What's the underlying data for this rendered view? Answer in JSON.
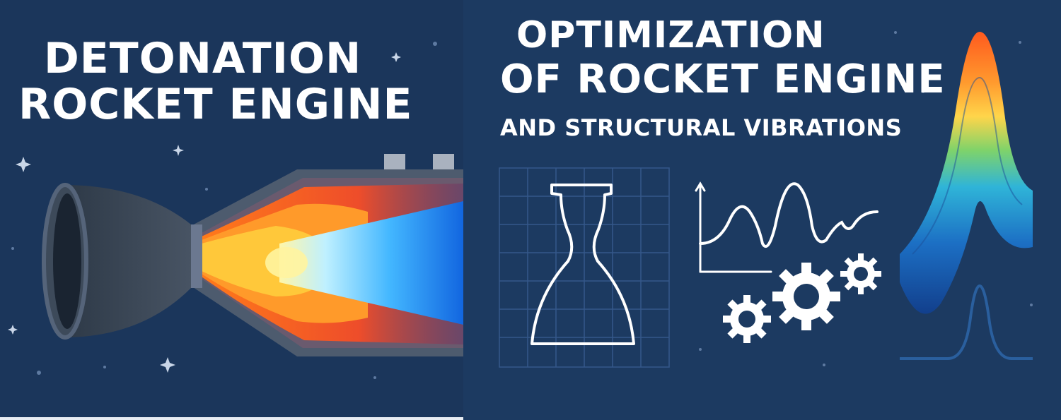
{
  "left_panel": {
    "title_line_1": "DETONATION",
    "title_line_2": "ROCKET ENGINE"
  },
  "right_panel": {
    "title_line_1": "OPTIMIZATION",
    "title_line_2": "OF ROCKET ENGINE",
    "subtitle": "AND STRUCTURAL VIBRATIONS"
  },
  "colors": {
    "background": "#1b365b",
    "title": "#ffffff",
    "engine_body": "#3c4a5c",
    "flame_hot": "#ff6a1a",
    "flame_core": "#ffe46a",
    "plasma_blue": "#1e8cff",
    "grid_line": "#33557f"
  },
  "icons": [
    "nozzle-outline-icon",
    "waveform-chart-icon",
    "gear-icon",
    "contour-peak-icon",
    "sparkle-icon"
  ]
}
